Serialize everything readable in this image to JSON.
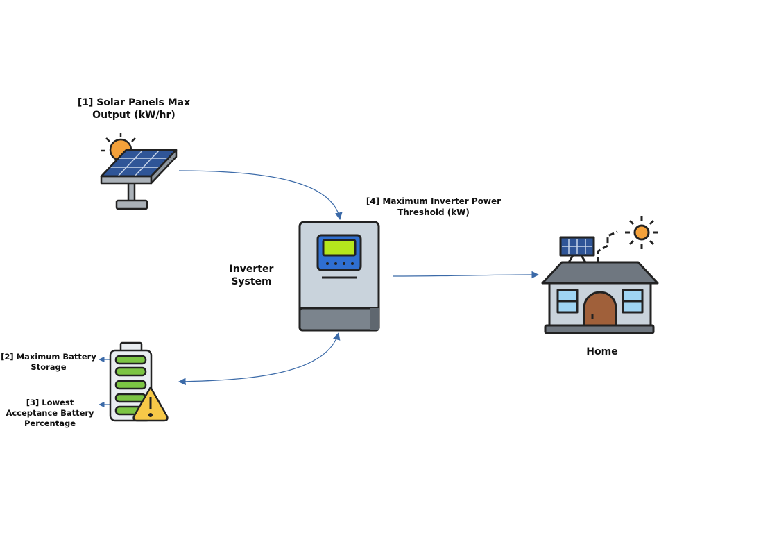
{
  "diagram": {
    "nodes": {
      "solar": {
        "label": "[1] Solar Panels Max Output (kW/hr)",
        "icon": "solar-panel-icon"
      },
      "inverter": {
        "label": "Inverter System",
        "icon": "inverter-icon"
      },
      "home": {
        "label": "Home",
        "icon": "house-icon"
      },
      "battery": {
        "icon": "battery-warning-icon"
      }
    },
    "annotations": {
      "threshold": "[4] Maximum Inverter Power Threshold (kW)",
      "battery_storage": "[2] Maximum Battery Storage",
      "lowest_acceptance": "[3] Lowest Acceptance Battery Percentage"
    },
    "edges": [
      {
        "from": "solar",
        "to": "inverter",
        "direction": "one-way"
      },
      {
        "from": "inverter",
        "to": "home",
        "direction": "one-way"
      },
      {
        "from": "inverter",
        "to": "battery",
        "direction": "two-way"
      }
    ],
    "colors": {
      "arrow": "#3b6aa8",
      "panel_blue": "#2f5597",
      "sun_orange": "#f4a13a",
      "battery_green": "#7cc544",
      "warning_yellow": "#f7c948",
      "screen_green": "#b5e61d",
      "roof_gray": "#6f7780",
      "door_brown": "#a0603a",
      "window_blue": "#9fd4f2"
    }
  }
}
